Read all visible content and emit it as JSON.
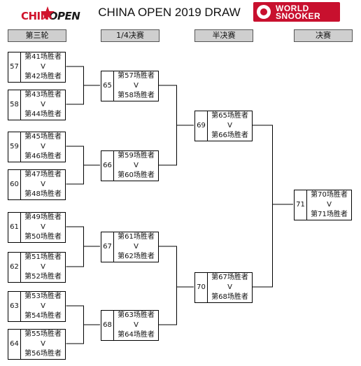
{
  "header": {
    "title": "CHINA OPEN 2019 DRAW",
    "logo_left": {
      "c": "CHIN",
      "o": "OPEN"
    },
    "logo_right": {
      "line1": "WORLD",
      "line2": "SNOOKER"
    }
  },
  "rounds": [
    "第三轮",
    "1/4决赛",
    "半决赛",
    "决赛"
  ],
  "versus": "V",
  "colors": {
    "brand_red": "#c8102e",
    "header_gray": "#cfcfcf"
  },
  "matches": {
    "r3": [
      {
        "num": "57",
        "top": "第41场胜者",
        "bottom": "第42场胜者"
      },
      {
        "num": "58",
        "top": "第43场胜者",
        "bottom": "第44场胜者"
      },
      {
        "num": "59",
        "top": "第45场胜者",
        "bottom": "第46场胜者"
      },
      {
        "num": "60",
        "top": "第47场胜者",
        "bottom": "第48场胜者"
      },
      {
        "num": "61",
        "top": "第49场胜者",
        "bottom": "第50场胜者"
      },
      {
        "num": "62",
        "top": "第51场胜者",
        "bottom": "第52场胜者"
      },
      {
        "num": "63",
        "top": "第53场胜者",
        "bottom": "第54场胜者"
      },
      {
        "num": "64",
        "top": "第55场胜者",
        "bottom": "第56场胜者"
      }
    ],
    "qf": [
      {
        "num": "65",
        "top": "第57场胜者",
        "bottom": "第58场胜者"
      },
      {
        "num": "66",
        "top": "第59场胜者",
        "bottom": "第60场胜者"
      },
      {
        "num": "67",
        "top": "第61场胜者",
        "bottom": "第62场胜者"
      },
      {
        "num": "68",
        "top": "第63场胜者",
        "bottom": "第64场胜者"
      }
    ],
    "sf": [
      {
        "num": "69",
        "top": "第65场胜者",
        "bottom": "第66场胜者"
      },
      {
        "num": "70",
        "top": "第67场胜者",
        "bottom": "第68场胜者"
      }
    ],
    "final": [
      {
        "num": "71",
        "top": "第70场胜者",
        "bottom": "第71场胜者"
      }
    ]
  }
}
